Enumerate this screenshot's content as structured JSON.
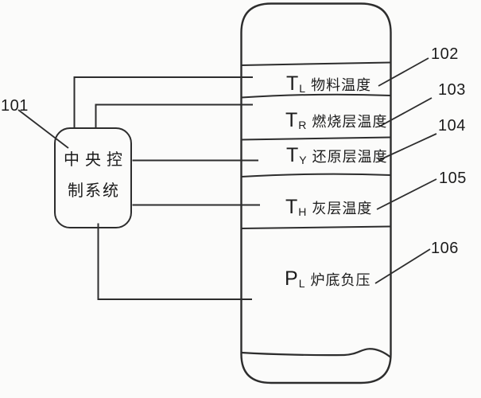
{
  "figure": {
    "bg_color": "#fbfbfa",
    "line_color": "#2d2d2d",
    "text_color": "#1c1c1c"
  },
  "control_box": {
    "ref": "101",
    "label_line1": "中央控",
    "label_line2": "制系统"
  },
  "vessel": {
    "sections": [
      {
        "symbol": "T",
        "subscript": "L",
        "name": "物料温度",
        "ref": "102"
      },
      {
        "symbol": "T",
        "subscript": "R",
        "name": "燃烧层温度",
        "ref": "103"
      },
      {
        "symbol": "T",
        "subscript": "Y",
        "name": "还原层温度",
        "ref": "104"
      },
      {
        "symbol": "T",
        "subscript": "H",
        "name": "灰层温度",
        "ref": "105"
      },
      {
        "symbol": "P",
        "subscript": "L",
        "name": "炉底负压",
        "ref": "106"
      }
    ]
  }
}
